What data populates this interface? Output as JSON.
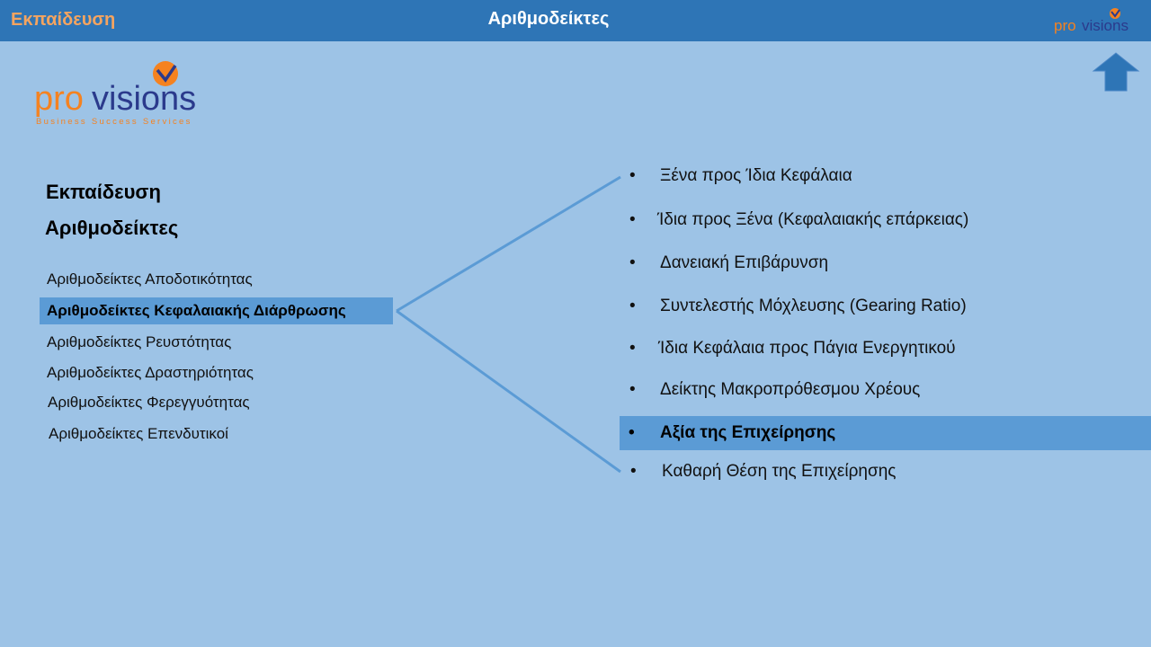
{
  "topbar": {
    "left_title": "Εκπαίδευση",
    "center_title": "Αριθμοδείκτες",
    "logo_text_pro": "pro",
    "logo_text_visions": "visions"
  },
  "logo": {
    "text_pro": "pro",
    "text_visions": "visions",
    "tagline": "Business Success Services"
  },
  "headings": {
    "main": "Εκπαίδευση",
    "sub": "Αριθμοδείκτες"
  },
  "left_menu": [
    "Αριθμοδείκτες Αποδοτικότητας",
    "Αριθμοδείκτες Κεφαλαιακής  Διάρθρωσης",
    "Αριθμοδείκτες Ρευστότητας",
    "Αριθμοδείκτες Δραστηριότητας",
    "Αριθμοδείκτες Φερεγγυότητας",
    "Αριθμοδείκτες Επενδυτικοί"
  ],
  "right_list": [
    "Ξένα προς Ίδια Κεφάλαια",
    "Ίδια προς Ξένα (Κεφαλαιακής επάρκειας)",
    "Δανειακή Επιβάρυνση",
    "Συντελεστής Μόχλευσης  (Gearing Ratio)",
    "Ίδια Κεφάλαια προς Πάγια Ενεργητικού",
    "Δείκτης Μακροπρόθεσμου Χρέους",
    "Αξία της Επιχείρησης",
    "Καθαρή Θέση της Επιχείρησης"
  ],
  "bullet": "•",
  "colors": {
    "background": "#9dc3e6",
    "topbar": "#2e75b6",
    "highlight": "#5b9bd5",
    "orange": "#f58220",
    "navy": "#2b3a8c",
    "connector": "#5b9bd5"
  }
}
